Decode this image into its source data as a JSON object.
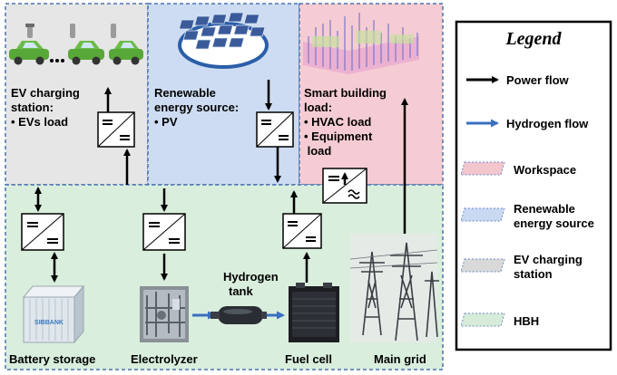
{
  "regions": {
    "ev": {
      "title_lines": [
        "EV charging",
        "station:"
      ],
      "items": [
        "•  EVs load"
      ]
    },
    "renewable": {
      "title_lines": [
        "Renewable",
        "energy source:"
      ],
      "items": [
        "•  PV"
      ]
    },
    "building": {
      "title_lines": [
        "Smart building",
        "load:"
      ],
      "items": [
        "•  HVAC load",
        "•  Equipment",
        "    load"
      ]
    }
  },
  "components": {
    "battery": "Battery storage",
    "electrolyzer": "Electrolyzer",
    "tank_lines": [
      "Hydrogen",
      "tank"
    ],
    "fuel_cell": "Fuel cell",
    "main_grid": "Main grid",
    "battery_brand": "SIBBANK"
  },
  "legend": {
    "title": "Legend",
    "entries": [
      {
        "label_lines": [
          "Power flow"
        ],
        "kind": "arrow",
        "color": "#000000"
      },
      {
        "label_lines": [
          "Hydrogen flow"
        ],
        "kind": "arrow",
        "color": "#3a6fc0"
      },
      {
        "label_lines": [
          "Workspace"
        ],
        "kind": "swatch",
        "color": "#f3c6ce"
      },
      {
        "label_lines": [
          "Renewable",
          "energy source"
        ],
        "kind": "swatch",
        "color": "#c9d9f2"
      },
      {
        "label_lines": [
          "EV charging",
          "station"
        ],
        "kind": "swatch",
        "color": "#d9d9d9"
      },
      {
        "label_lines": [
          "HBH"
        ],
        "kind": "swatch",
        "color": "#d6ecd9"
      }
    ]
  },
  "colors": {
    "workspace": "#f5ccd3",
    "renewable": "#cddcf2",
    "ev": "#e6e6e6",
    "hbh": "#d9eedc",
    "hydrogen_arrow": "#3a6fc0",
    "region_border": "#4a72b0"
  }
}
